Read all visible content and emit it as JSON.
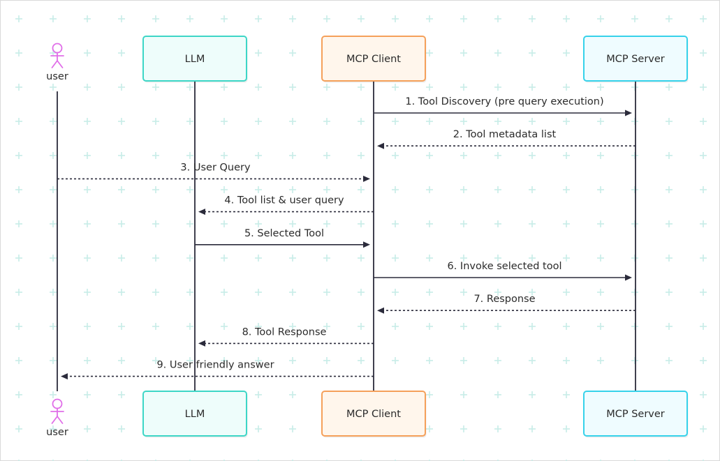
{
  "colors": {
    "teal_border": "#3dd6c6",
    "teal_fill": "#eefdfb",
    "orange_border": "#f5a05a",
    "orange_fill": "#fff6ec",
    "cyan_border": "#36d2ea",
    "cyan_fill": "#effcff",
    "actor": "#e06ee8",
    "line": "#2b2b3b",
    "grid": "#c7ece8"
  },
  "participants": [
    {
      "id": "user",
      "label": "user",
      "kind": "actor",
      "icon": "person-icon"
    },
    {
      "id": "llm",
      "label": "LLM",
      "kind": "box",
      "style": "teal"
    },
    {
      "id": "mcp-client",
      "label": "MCP Client",
      "kind": "box",
      "style": "orange"
    },
    {
      "id": "mcp-server",
      "label": "MCP Server",
      "kind": "box",
      "style": "cyan"
    }
  ],
  "messages": [
    {
      "label": "1. Tool Discovery (pre query execution)",
      "from": "mcp-client",
      "to": "mcp-server",
      "style": "solid"
    },
    {
      "label": "2. Tool metadata list",
      "from": "mcp-server",
      "to": "mcp-client",
      "style": "dotted"
    },
    {
      "label": "3. User Query",
      "from": "user",
      "to": "mcp-client",
      "style": "dotted"
    },
    {
      "label": "4. Tool list & user query",
      "from": "mcp-client",
      "to": "llm",
      "style": "dotted"
    },
    {
      "label": "5. Selected Tool",
      "from": "llm",
      "to": "mcp-client",
      "style": "solid"
    },
    {
      "label": "6. Invoke selected tool",
      "from": "mcp-client",
      "to": "mcp-server",
      "style": "solid"
    },
    {
      "label": "7. Response",
      "from": "mcp-server",
      "to": "mcp-client",
      "style": "dotted"
    },
    {
      "label": "8. Tool Response",
      "from": "mcp-client",
      "to": "llm",
      "style": "dotted"
    },
    {
      "label": "9. User friendly answer",
      "from": "mcp-client",
      "to": "user",
      "style": "dotted"
    }
  ]
}
